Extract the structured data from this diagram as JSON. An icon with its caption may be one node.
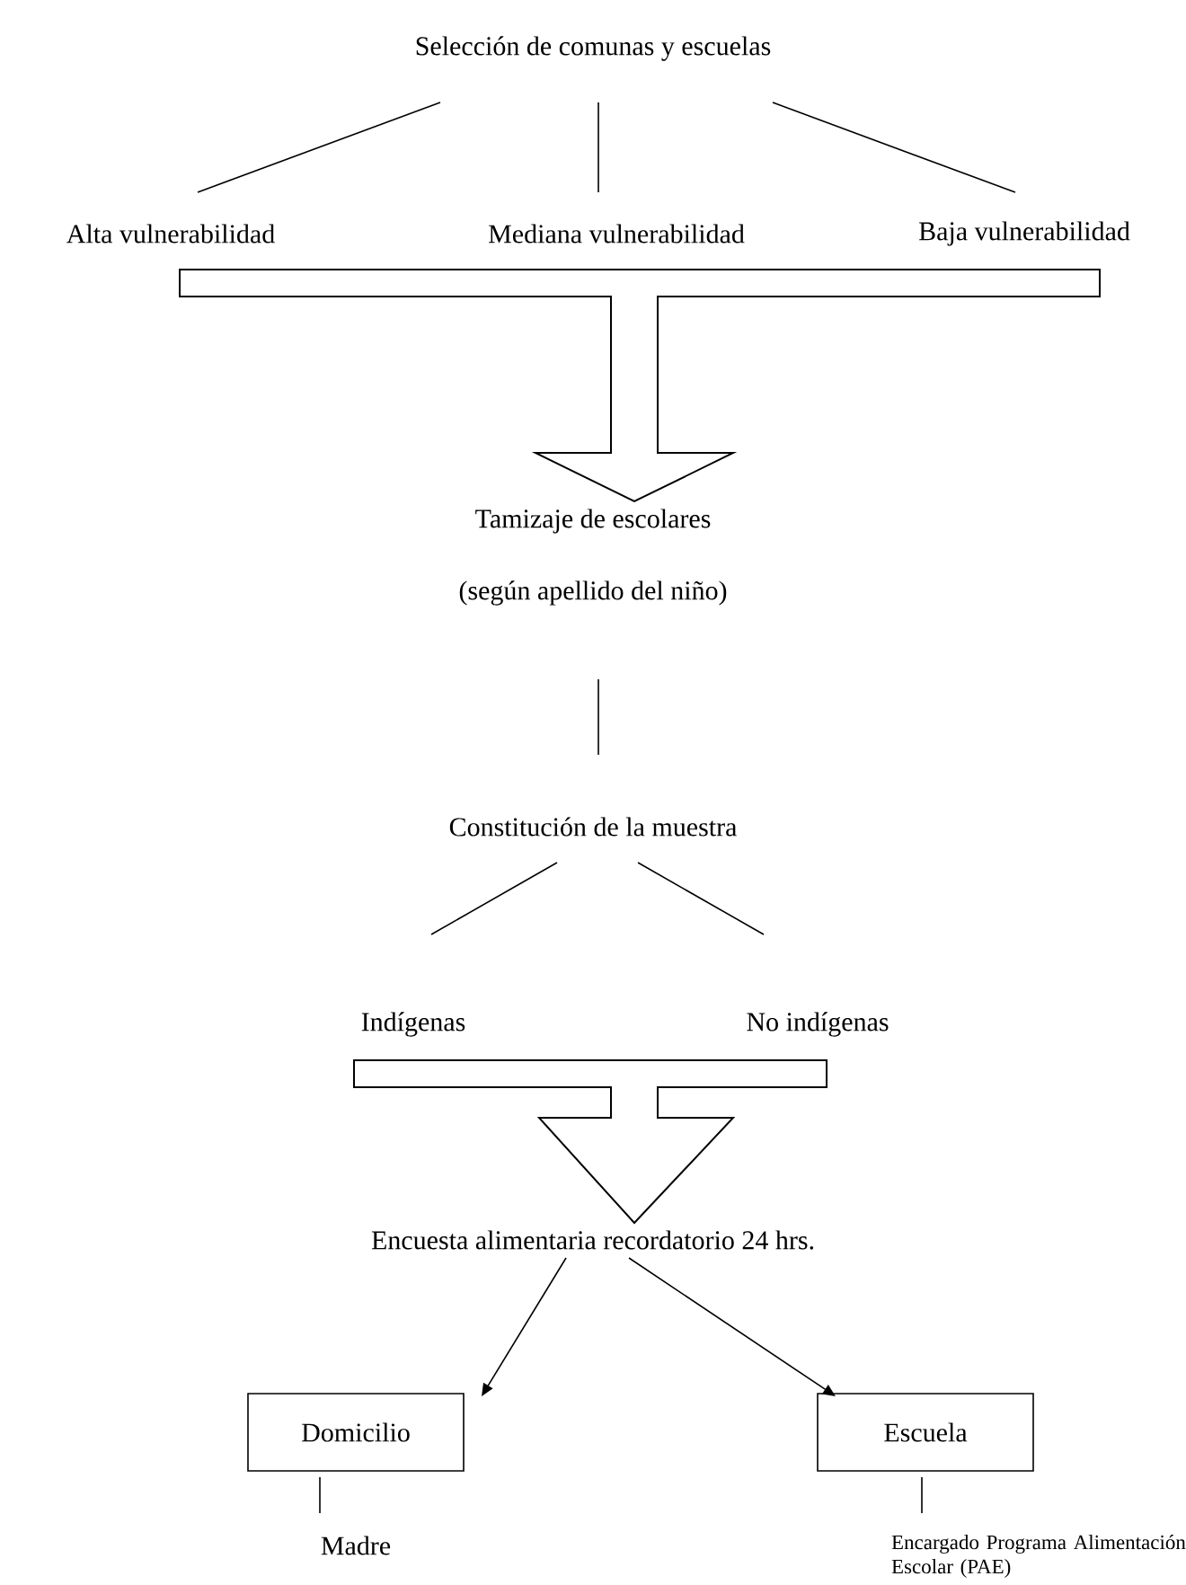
{
  "diagram": {
    "nodes": [
      {
        "text": [
          "Selección de comunas y escuelas"
        ]
      },
      {
        "text": [
          "Alta vulnerabilidad"
        ]
      },
      {
        "text": [
          "Mediana vulnerabilidad"
        ]
      },
      {
        "text": [
          "Baja vulnerabilidad"
        ]
      },
      {
        "text": [
          "Tamizaje de escolares",
          "(según apellido del niño)"
        ]
      },
      {
        "text": [
          "Constitución de la muestra"
        ]
      },
      {
        "text": [
          "Indígenas"
        ]
      },
      {
        "text": [
          "No indígenas"
        ]
      },
      {
        "text": [
          "Encuesta alimentaria recordatorio 24 hrs."
        ]
      },
      {
        "text": [
          "Domicilio"
        ]
      },
      {
        "text": [
          "Escuela"
        ]
      },
      {
        "text": [
          "Madre"
        ]
      },
      {
        "text": [
          "Encargado Programa Alimentación Escolar (PAE)"
        ]
      }
    ],
    "edges": [
      {
        "from": 0,
        "to": 1,
        "arrow": "none"
      },
      {
        "from": 0,
        "to": 2,
        "arrow": "none"
      },
      {
        "from": 0,
        "to": 3,
        "arrow": "none"
      },
      {
        "from": 1,
        "to": 4,
        "arrow": "to",
        "style": "thick"
      },
      {
        "from": 2,
        "to": 4,
        "arrow": "to",
        "style": "thick"
      },
      {
        "from": 3,
        "to": 4,
        "arrow": "to",
        "style": "thick"
      },
      {
        "from": 4,
        "to": 5,
        "arrow": "none"
      },
      {
        "from": 5,
        "to": 6,
        "arrow": "none"
      },
      {
        "from": 5,
        "to": 7,
        "arrow": "none"
      },
      {
        "from": 6,
        "to": 8,
        "arrow": "to",
        "style": "thick"
      },
      {
        "from": 7,
        "to": 8,
        "arrow": "to",
        "style": "thick"
      },
      {
        "from": 8,
        "to": 9,
        "arrow": "to"
      },
      {
        "from": 8,
        "to": 10,
        "arrow": "to"
      },
      {
        "from": 9,
        "to": 11,
        "arrow": "none"
      },
      {
        "from": 10,
        "to": 12,
        "arrow": "none"
      }
    ]
  }
}
